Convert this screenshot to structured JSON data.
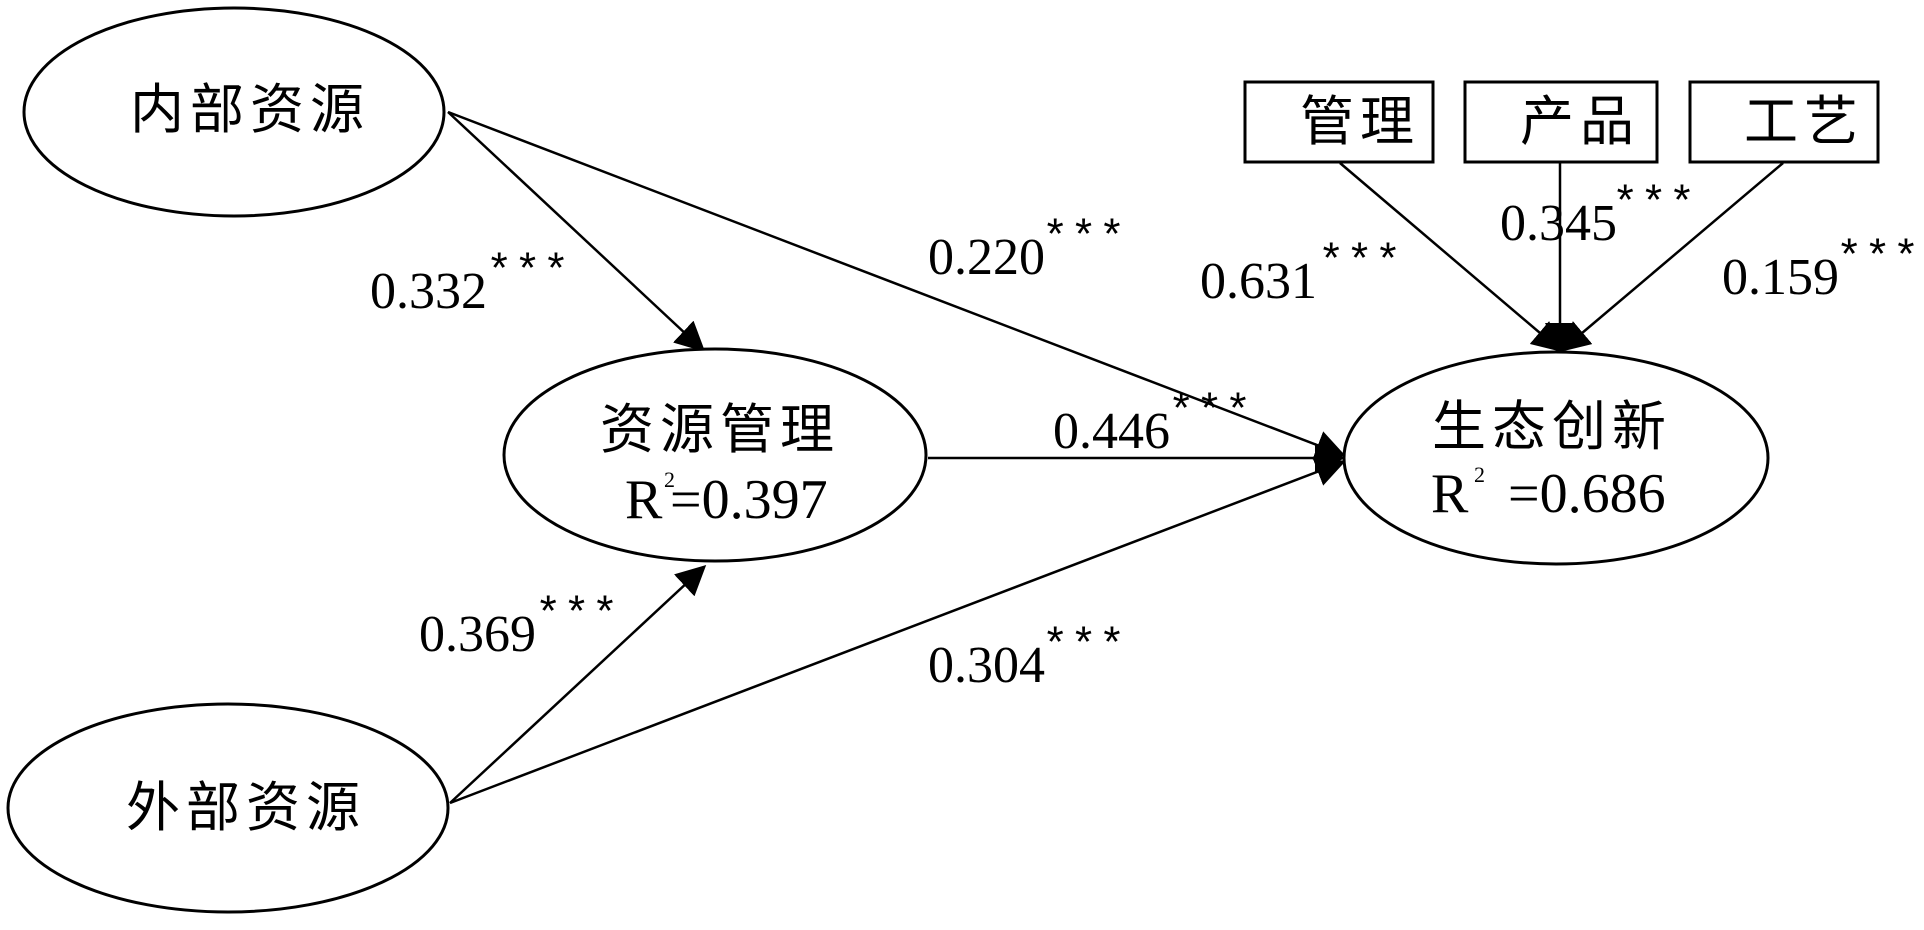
{
  "nodes": {
    "internal_resources": {
      "label": "内部资源"
    },
    "external_resources": {
      "label": "外部资源"
    },
    "resource_management": {
      "label": "资源管理",
      "r2_prefix": "R",
      "r2_sup": "2",
      "r2_value": "=0.397"
    },
    "eco_innovation": {
      "label": "生态创新",
      "r2_prefix": "R",
      "r2_sup": "2",
      "r2_value": " =0.686"
    },
    "indicator_management": {
      "label": "管理"
    },
    "indicator_product": {
      "label": "产品"
    },
    "indicator_process": {
      "label": "工艺"
    }
  },
  "paths": {
    "internal_to_management": {
      "coef": "0.332",
      "sig": "***"
    },
    "internal_to_eco": {
      "coef": "0.220",
      "sig": "***"
    },
    "management_to_eco": {
      "coef": "0.446",
      "sig": "***"
    },
    "external_to_management": {
      "coef": "0.369",
      "sig": "***"
    },
    "external_to_eco": {
      "coef": "0.304",
      "sig": "***"
    },
    "indicator_management_loading": {
      "coef": "0.631",
      "sig": "***"
    },
    "indicator_product_loading": {
      "coef": "0.345",
      "sig": "***"
    },
    "indicator_process_loading": {
      "coef": "0.159",
      "sig": "***"
    }
  }
}
